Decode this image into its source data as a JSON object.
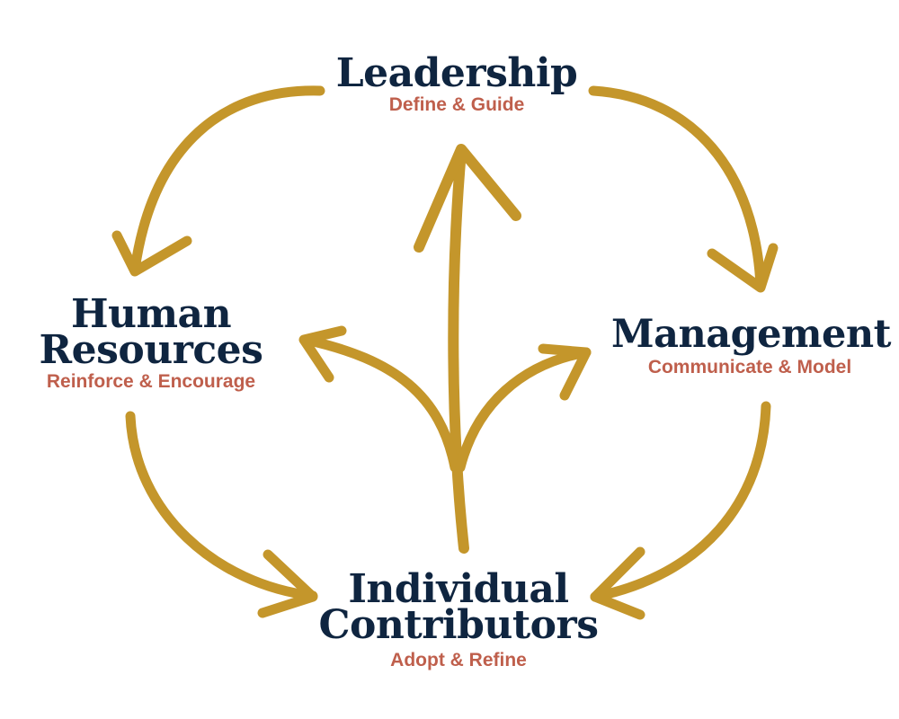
{
  "colors": {
    "arrow": "#c4962b",
    "title": "#0f2540",
    "subtitle": "#bf5f4c",
    "background": "#ffffff"
  },
  "nodes": {
    "leadership": {
      "title": "Leadership",
      "subtitle": "Define & Guide"
    },
    "hr": {
      "title_line1": "Human",
      "title_line2": "Resources",
      "subtitle": "Reinforce & Encourage"
    },
    "management": {
      "title": "Management",
      "subtitle": "Communicate & Model"
    },
    "ic": {
      "title_line1": "Individual",
      "title_line2": "Contributors",
      "subtitle": "Adopt & Refine"
    }
  },
  "arrows": [
    {
      "from": "Leadership",
      "to": "Human Resources"
    },
    {
      "from": "Leadership",
      "to": "Management"
    },
    {
      "from": "Human Resources",
      "to": "Individual Contributors"
    },
    {
      "from": "Management",
      "to": "Individual Contributors"
    },
    {
      "from": "Individual Contributors",
      "to": "Leadership"
    },
    {
      "from": "Individual Contributors",
      "to": "Human Resources"
    },
    {
      "from": "Individual Contributors",
      "to": "Management"
    }
  ]
}
